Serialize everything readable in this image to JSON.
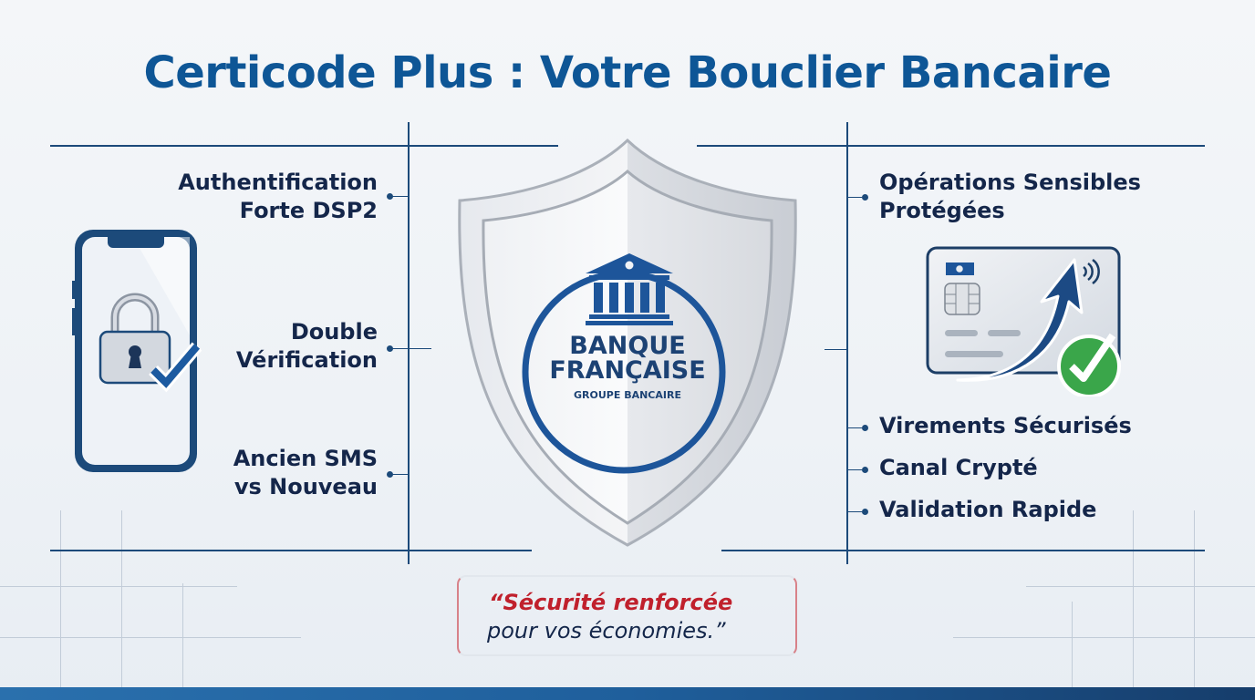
{
  "title": "Certicode Plus : Votre Bouclier Bancaire",
  "left_features": [
    {
      "line1": "Authentification",
      "line2": "Forte DSP2"
    },
    {
      "line1": "Double",
      "line2": "Vérification"
    },
    {
      "line1": "Ancien SMS",
      "line2": "vs Nouveau"
    }
  ],
  "shield": {
    "bank_name_line1": "BANQUE",
    "bank_name_line2": "FRANÇAISE",
    "subtitle": "GROUPE BANCAIRE",
    "icon": "bank-building-icon"
  },
  "right_features": {
    "header_line1": "Opérations Sensibles",
    "header_line2": "Protégées",
    "items": [
      "Virements Sécurisés",
      "Canal Crypté",
      "Validation Rapide"
    ]
  },
  "quote": {
    "line1": "“Sécurité renforcée",
    "line2": "pour vos économies.”"
  },
  "icons": {
    "phone": "smartphone-lock-icon",
    "check": "checkmark-icon",
    "card": "credit-card-icon",
    "arrow": "growth-arrow-icon",
    "green_check": "green-check-icon",
    "contactless": "contactless-icon"
  },
  "colors": {
    "primary": "#0e5696",
    "dark_text": "#14264a",
    "accent_red": "#c0202c",
    "success_green": "#3aa64a"
  }
}
